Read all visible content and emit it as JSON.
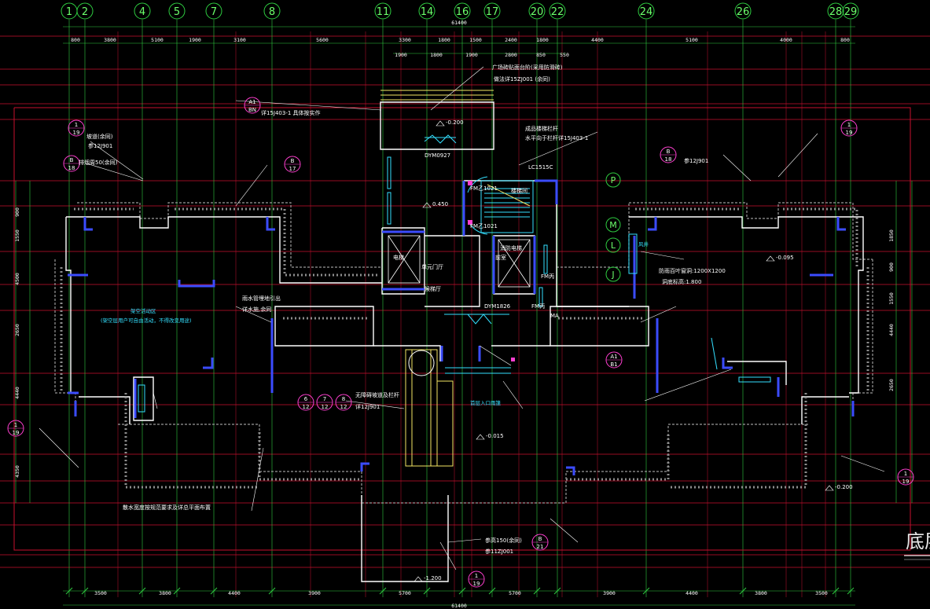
{
  "drawing": {
    "title": "底层",
    "colors": {
      "background": "#000000",
      "grid_red": "#c8102e",
      "axis_green": "#2ecc40",
      "wall_white": "#ffffff",
      "window_blue": "#3b4cff",
      "text_white": "#ffffff",
      "text_cyan": "#34e0ff",
      "accent_yellow": "#f5e663",
      "accent_magenta": "#ff3fd0"
    },
    "axes_top": [
      "1",
      "2",
      "4",
      "5",
      "7",
      "8",
      "11",
      "14",
      "16",
      "17",
      "20",
      "22",
      "24",
      "26",
      "28",
      "29"
    ],
    "axes_right": [
      "P",
      "M",
      "L",
      "J"
    ],
    "dims_top_row1": [
      "800",
      "3800",
      "5100",
      "1900",
      "3100",
      "5600",
      "3300",
      "1800",
      "1500",
      "2400",
      "1800",
      "4400",
      "5100",
      "4000",
      "800"
    ],
    "dims_top_row2": [
      "1900",
      "1800",
      "1900",
      "2800",
      "850",
      "550"
    ],
    "dims_bottom": [
      "3500",
      "3800",
      "4400",
      "3900",
      "5700",
      "5700",
      "3900",
      "4400",
      "3800",
      "3500"
    ],
    "total_top": "61400",
    "total_bottom": "61400",
    "dims_left": [
      "900",
      "1550",
      "4500",
      "2650",
      "4440",
      "4350"
    ],
    "dims_right": [
      "1850",
      "900",
      "1550",
      "4440",
      "2650"
    ],
    "annotations": [
      {
        "text": "广场砖贴面台阶(采用防滑砖)"
      },
      {
        "text": "做法详15ZJ001   (余同)"
      },
      {
        "text": "详15J403-1   具体按实作"
      },
      {
        "text": "成品楼梯栏杆"
      },
      {
        "text": "水平向于栏杆详15J403-1"
      },
      {
        "text": "坡道(余同)"
      },
      {
        "text": "参12J901"
      },
      {
        "text": "排烟周50(余同)"
      },
      {
        "text": "参12J901"
      },
      {
        "text": "防雨百叶窗洞:1200X1200"
      },
      {
        "text": "洞底标高:1.800"
      },
      {
        "text": "雨水管埋地引出"
      },
      {
        "text": "详水施,余同"
      },
      {
        "text": "无障碍坡道及栏杆"
      },
      {
        "text": "详12J901"
      },
      {
        "text": "参高150(余同)"
      },
      {
        "text": "参11ZJ001"
      },
      {
        "text": "散水宽度按规范要求及详总平面布置"
      },
      {
        "text": "单元门厅"
      },
      {
        "text": "候梯厅"
      },
      {
        "text": "前室"
      },
      {
        "text": "消防电梯"
      },
      {
        "text": "电梯"
      },
      {
        "text": "楼梯间"
      },
      {
        "text": "风井"
      },
      {
        "text": "首层入口雨篷"
      },
      {
        "text": "架空活动区"
      },
      {
        "text": "(架空层用户可自由活动，不得改变用途)"
      }
    ],
    "elevations": [
      "-0.200",
      "0.450",
      "-0.015",
      "-0.095",
      "-0.200",
      "-1.200"
    ],
    "doors": [
      "FM乙1021",
      "FM乙1021",
      "FM丙",
      "FM丙",
      "DYM0927",
      "DYM1826",
      "MA",
      "LC1515C"
    ],
    "bubbles": [
      {
        "top": "1",
        "bottom": "19"
      },
      {
        "top": "A1",
        "bottom": "BN"
      },
      {
        "top": "B",
        "bottom": "18"
      },
      {
        "top": "B",
        "bottom": "17"
      },
      {
        "top": "1",
        "bottom": "19"
      },
      {
        "top": "B",
        "bottom": "18"
      },
      {
        "top": "1",
        "bottom": "19"
      },
      {
        "top": "1",
        "bottom": "19"
      },
      {
        "top": "6",
        "bottom": "12"
      },
      {
        "top": "7",
        "bottom": "12"
      },
      {
        "top": "8",
        "bottom": "12"
      },
      {
        "top": "A1",
        "bottom": "B1"
      },
      {
        "top": "1",
        "bottom": "19"
      },
      {
        "top": "B",
        "bottom": "21"
      }
    ]
  }
}
